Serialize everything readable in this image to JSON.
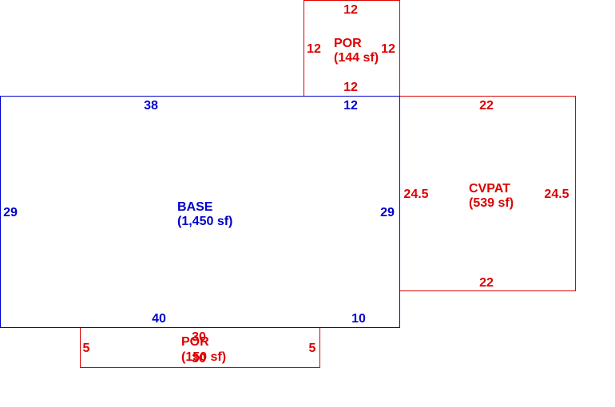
{
  "colors": {
    "base": "#0000cc",
    "addition": "#dd0000"
  },
  "areas": {
    "base": {
      "name": "BASE",
      "area": "(1,450 sf)"
    },
    "por_top": {
      "name": "POR",
      "area": "(144 sf)"
    },
    "cvpat": {
      "name": "CVPAT",
      "area": "(539 sf)"
    },
    "por_bottom": {
      "name": "POR",
      "area": "(150 sf)"
    }
  },
  "dimensions": {
    "base_top_left": "38",
    "base_top_right": "12",
    "base_left": "29",
    "base_right": "29",
    "base_bottom_left": "40",
    "base_bottom_right": "10",
    "por_top_top": "12",
    "por_top_left": "12",
    "por_top_right": "12",
    "por_top_bottom": "12",
    "cvpat_top": "22",
    "cvpat_left": "24.5",
    "cvpat_right": "24.5",
    "cvpat_bottom": "22",
    "por_bottom_top": "30",
    "por_bottom_left": "5",
    "por_bottom_right": "5",
    "por_bottom_bottom": "30"
  }
}
